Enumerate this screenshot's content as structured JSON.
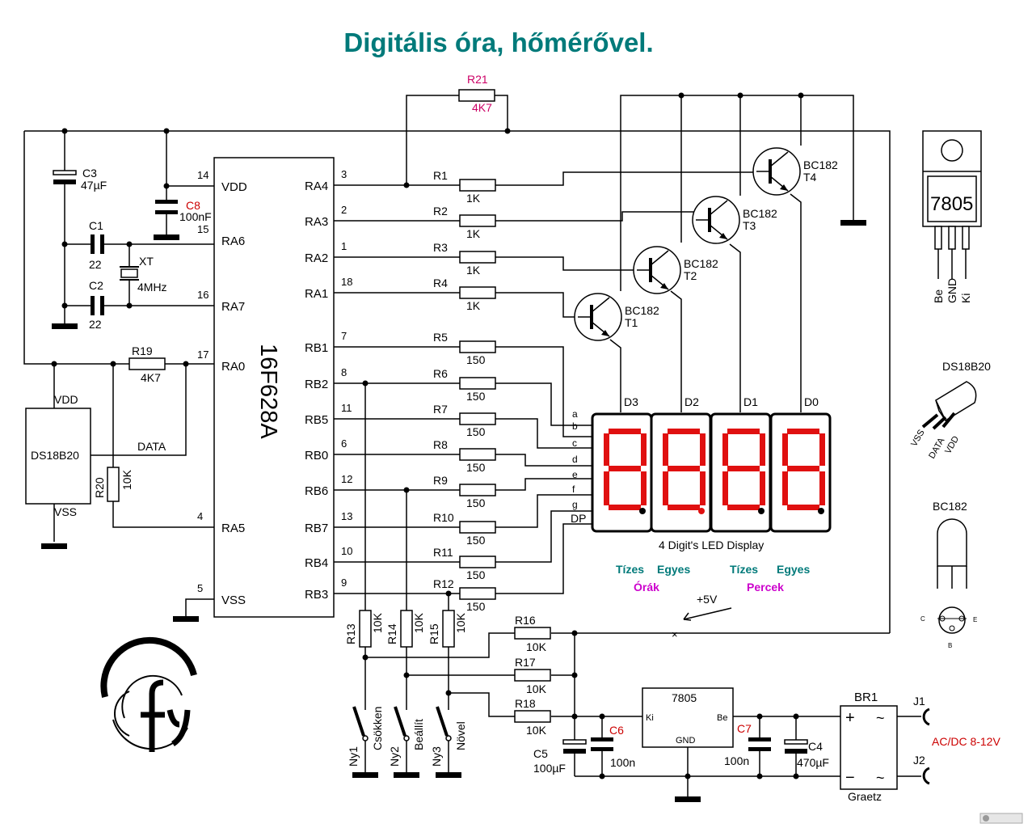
{
  "title": "Digitális óra, hőmérővel.",
  "colors": {
    "title": "#007a7a",
    "r21": "#cc0066",
    "red_label": "#cc0000",
    "teal_label": "#007a7a",
    "magenta_label": "#cc00cc",
    "segment": "#e01010"
  },
  "mcu": {
    "name": "16F628A",
    "left_pins": [
      {
        "num": "14",
        "label": "VDD"
      },
      {
        "num": "15",
        "label": "RA6"
      },
      {
        "num": "16",
        "label": "RA7"
      },
      {
        "num": "17",
        "label": "RA0"
      },
      {
        "num": "4",
        "label": "RA5"
      },
      {
        "num": "5",
        "label": "VSS"
      }
    ],
    "right_pins": [
      {
        "num": "3",
        "label": "RA4"
      },
      {
        "num": "2",
        "label": "RA3"
      },
      {
        "num": "1",
        "label": "RA2"
      },
      {
        "num": "18",
        "label": "RA1"
      },
      {
        "num": "7",
        "label": "RB1"
      },
      {
        "num": "8",
        "label": "RB2"
      },
      {
        "num": "11",
        "label": "RB5"
      },
      {
        "num": "6",
        "label": "RB0"
      },
      {
        "num": "12",
        "label": "RB6"
      },
      {
        "num": "13",
        "label": "RB7"
      },
      {
        "num": "10",
        "label": "RB4"
      },
      {
        "num": "9",
        "label": "RB3"
      }
    ]
  },
  "resistors_base": [
    {
      "name": "R1",
      "value": "1K"
    },
    {
      "name": "R2",
      "value": "1K"
    },
    {
      "name": "R3",
      "value": "1K"
    },
    {
      "name": "R4",
      "value": "1K"
    }
  ],
  "resistors_seg": [
    {
      "name": "R5",
      "value": "150"
    },
    {
      "name": "R6",
      "value": "150"
    },
    {
      "name": "R7",
      "value": "150"
    },
    {
      "name": "R8",
      "value": "150"
    },
    {
      "name": "R9",
      "value": "150"
    },
    {
      "name": "R10",
      "value": "150"
    },
    {
      "name": "R11",
      "value": "150"
    },
    {
      "name": "R12",
      "value": "150"
    }
  ],
  "r21": {
    "name": "R21",
    "value": "4K7"
  },
  "r19": {
    "name": "R19",
    "value": "4K7"
  },
  "r20": {
    "name": "R20",
    "value": "10K"
  },
  "c3": {
    "name": "C3",
    "value": "47µF"
  },
  "c8": {
    "name": "C8",
    "value": "100nF"
  },
  "c1": {
    "name": "C1",
    "value": "22"
  },
  "c2": {
    "name": "C2",
    "value": "22"
  },
  "xt": {
    "name": "XT",
    "value": "4MHz"
  },
  "transistors": [
    {
      "type": "BC182",
      "name": "T1"
    },
    {
      "type": "BC182",
      "name": "T2"
    },
    {
      "type": "BC182",
      "name": "T3"
    },
    {
      "type": "BC182",
      "name": "T4"
    }
  ],
  "sensor": {
    "name": "DS18B20",
    "vdd": "VDD",
    "data": "DATA",
    "vss": "VSS"
  },
  "display": {
    "caption": "4 Digit's LED Display",
    "digits": [
      "D3",
      "D2",
      "D1",
      "D0"
    ],
    "segments": [
      "a",
      "b",
      "c",
      "d",
      "e",
      "f",
      "g",
      "DP"
    ]
  },
  "display_labels": {
    "tizes1": "Tízes",
    "egyes1": "Egyes",
    "tizes2": "Tízes",
    "egyes2": "Egyes",
    "orak": "Órák",
    "percek": "Percek"
  },
  "supply": {
    "plus5": "+5V"
  },
  "buttons_r": [
    {
      "name": "R13",
      "value": "10K"
    },
    {
      "name": "R14",
      "value": "10K"
    },
    {
      "name": "R15",
      "value": "10K"
    }
  ],
  "buttons": [
    {
      "name": "Ny1",
      "label": "Csökken"
    },
    {
      "name": "Ny2",
      "label": "Beállít"
    },
    {
      "name": "Ny3",
      "label": "Növel"
    }
  ],
  "series_r": [
    {
      "name": "R16",
      "value": "10K"
    },
    {
      "name": "R17",
      "value": "10K"
    },
    {
      "name": "R18",
      "value": "10K"
    }
  ],
  "regulator": {
    "name": "7805",
    "ki": "Ki",
    "be": "Be",
    "gnd": "GND"
  },
  "c5": {
    "name": "C5",
    "value": "100µF"
  },
  "c6": {
    "name": "C6",
    "value": "100n"
  },
  "c7": {
    "name": "C7",
    "value": "100n"
  },
  "c4": {
    "name": "C4",
    "value": "470µF"
  },
  "bridge": {
    "name": "BR1",
    "sub": "Graetz",
    "plus": "+",
    "minus": "−"
  },
  "jacks": {
    "j1": "J1",
    "j2": "J2",
    "input": "AC/DC 8-12V"
  },
  "pkg7805": {
    "name": "7805",
    "pins": [
      "Be",
      "GND",
      "Ki"
    ]
  },
  "pkg_ds": {
    "name": "DS18B20",
    "pins": [
      "VSS",
      "DATA",
      "VDD"
    ]
  },
  "pkg_bc": {
    "name": "BC182",
    "pins": [
      "C",
      "E",
      "B"
    ]
  }
}
